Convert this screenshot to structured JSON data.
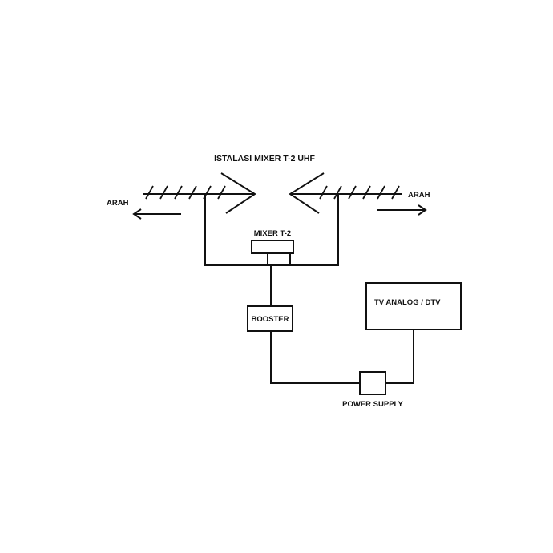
{
  "title": "ISTALASI MIXER T-2 UHF",
  "labels": {
    "left_direction": "ARAH",
    "right_direction": "ARAH",
    "mixer": "MIXER T-2",
    "booster": "BOOSTER",
    "tv": "TV ANALOG / DTV",
    "power_supply": "POWER SUPPLY"
  },
  "components": [
    {
      "id": "antenna-left",
      "type": "uhf-antenna"
    },
    {
      "id": "antenna-right",
      "type": "uhf-antenna"
    },
    {
      "id": "mixer",
      "label": "MIXER T-2"
    },
    {
      "id": "booster",
      "label": "BOOSTER"
    },
    {
      "id": "power-supply",
      "label": "POWER SUPPLY"
    },
    {
      "id": "tv",
      "label": "TV ANALOG / DTV"
    }
  ],
  "connections": [
    [
      "antenna-left",
      "mixer"
    ],
    [
      "antenna-right",
      "mixer"
    ],
    [
      "mixer",
      "booster"
    ],
    [
      "booster",
      "power-supply"
    ],
    [
      "power-supply",
      "tv"
    ]
  ],
  "colors": {
    "line": "#111111",
    "background": "#ffffff"
  }
}
